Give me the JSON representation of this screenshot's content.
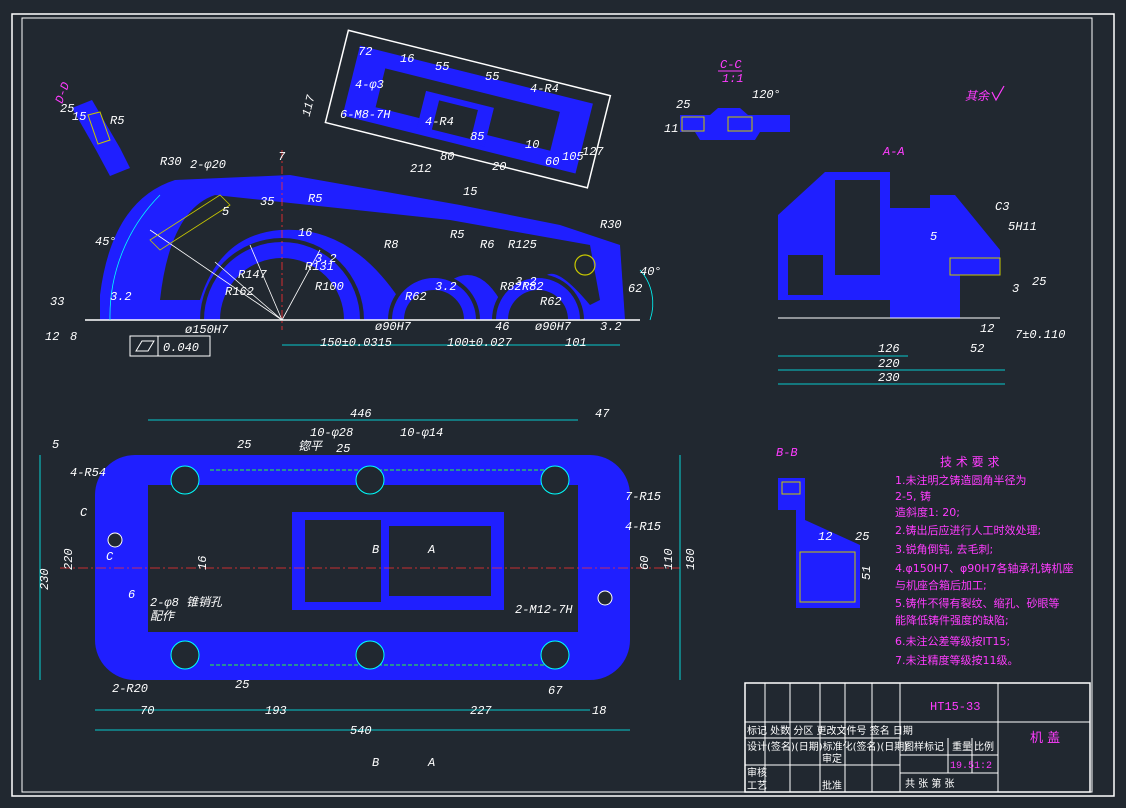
{
  "colors": {
    "background": "#212830",
    "part_fill": "#1f1fff",
    "dimension": "#00ffff",
    "text": "#ffffff",
    "notes": "#ff3cff",
    "hatch": "#c8c800",
    "centerline": "#ff3030",
    "green_line": "#30ff30"
  },
  "views": {
    "dd_label": "D-D",
    "cc_label": "C-C",
    "cc_scale": "1:1",
    "aa_label": "A-A",
    "bb_label": "B-B",
    "surface_rest": "其余"
  },
  "top_view_dims": {
    "d72": "72",
    "d16a": "16",
    "d55a": "55",
    "d55b": "55",
    "d4r4a": "4-R4",
    "d117": "117",
    "d4phi3": "4-φ3",
    "d6m8": "6-M8-7H",
    "d4r4b": "4-R4",
    "d85": "85",
    "d10": "10",
    "d60": "60",
    "d105": "105",
    "d127": "127",
    "d80": "80",
    "d20": "20",
    "d212": "212",
    "d7": "7",
    "d15": "15"
  },
  "front_view_dims": {
    "r30a": "R30",
    "phi20": "2-φ20",
    "r5a": "R5",
    "d5": "5",
    "d45": "45°",
    "d35": "35",
    "r5b": "R5",
    "d16": "16",
    "r8": "R8",
    "r5c": "R5",
    "r6": "R6",
    "r125": "R125",
    "r30b": "R30",
    "d40": "40°",
    "r147": "R147",
    "r162a": "R162",
    "r100": "R100",
    "r131": "R131",
    "r62a": "R62",
    "r82a": "R82",
    "r82b": "R82",
    "r62b": "R62",
    "d62": "62",
    "d33": "33",
    "d12": "12",
    "d8": "8",
    "phi150": "ø150H7",
    "phi90a": "ø90H7",
    "phi90b": "ø90H7",
    "d46": "46",
    "flat": "0.040",
    "d150": "150±0.0315",
    "d100": "100±0.027",
    "d101": "101",
    "d32a": "3.2",
    "d32b": "3.2",
    "d32c": "3.2",
    "d32d": "3.2",
    "d32e": "3.2"
  },
  "cc_dims": {
    "d25": "25",
    "d11": "11",
    "d120": "120°"
  },
  "aa_dims": {
    "c3": "C3",
    "h11": "5H11",
    "d5": "5",
    "d25": "25",
    "d3": "3",
    "d12": "12",
    "d7": "7±0.110",
    "d126": "126",
    "d52": "52",
    "d220": "220",
    "d230": "230"
  },
  "plan_dims": {
    "d5": "5",
    "d446": "446",
    "d47": "47",
    "d4r54": "4-R54",
    "d10phi28": "10-φ28",
    "d10phi14": "10-φ14",
    "spotface": "锪平",
    "d25a": "25",
    "d25b": "25",
    "d25c": "25",
    "d7r15": "7-R15",
    "d4r15": "4-R15",
    "c1": "C",
    "c2": "C",
    "b1": "B",
    "a1": "A",
    "d230": "230",
    "d220": "220",
    "d60": "60",
    "d110": "110",
    "d180": "180",
    "d16": "16",
    "d6": "6",
    "d2phi8": "2-φ8 锥销孔",
    "peijiao": "配作",
    "d2m12": "2-M12-7H",
    "d2r20": "2-R20",
    "d67": "67",
    "d70": "70",
    "d193": "193",
    "d227": "227",
    "d18": "18",
    "d540": "540",
    "view_b": "B",
    "view_a": "A"
  },
  "bb_dims": {
    "d25": "25",
    "d51": "51",
    "d12": "12"
  },
  "notes": {
    "title": "技 术 要 求",
    "lines": [
      "1.未注明之铸造圆角半径为",
      "2-5, 铸",
      "  造斜度1: 20;",
      "2.铸出后应进行人工时效处理;",
      "3.锐角倒钝, 去毛刺;",
      "4.φ150H7、φ90H7各轴承孔铸机座",
      "  与机座合箱后加工;",
      "5.铸件不得有裂纹、缩孔、砂眼等",
      "  能降低铸件强度的缺陷;",
      "6.未注公差等级按IT15;",
      "7.未注精度等级按11级。"
    ]
  },
  "title_block": {
    "material": "HT15-33",
    "part_name": "机 盖",
    "labels_row1": "标记 处数 分区 更改文件号 签名 日期",
    "labels_row2": "设计(签名)(日期)标准化(签名)(日期)",
    "review": "审核",
    "process": "工艺",
    "approve": "批准",
    "stage_mark": "图样标记",
    "weight": "重量",
    "scale_label": "比例",
    "weight_val": "19.5",
    "scale_val": "1:2",
    "sheets": "共  张  第  张",
    "audit": "审定"
  }
}
